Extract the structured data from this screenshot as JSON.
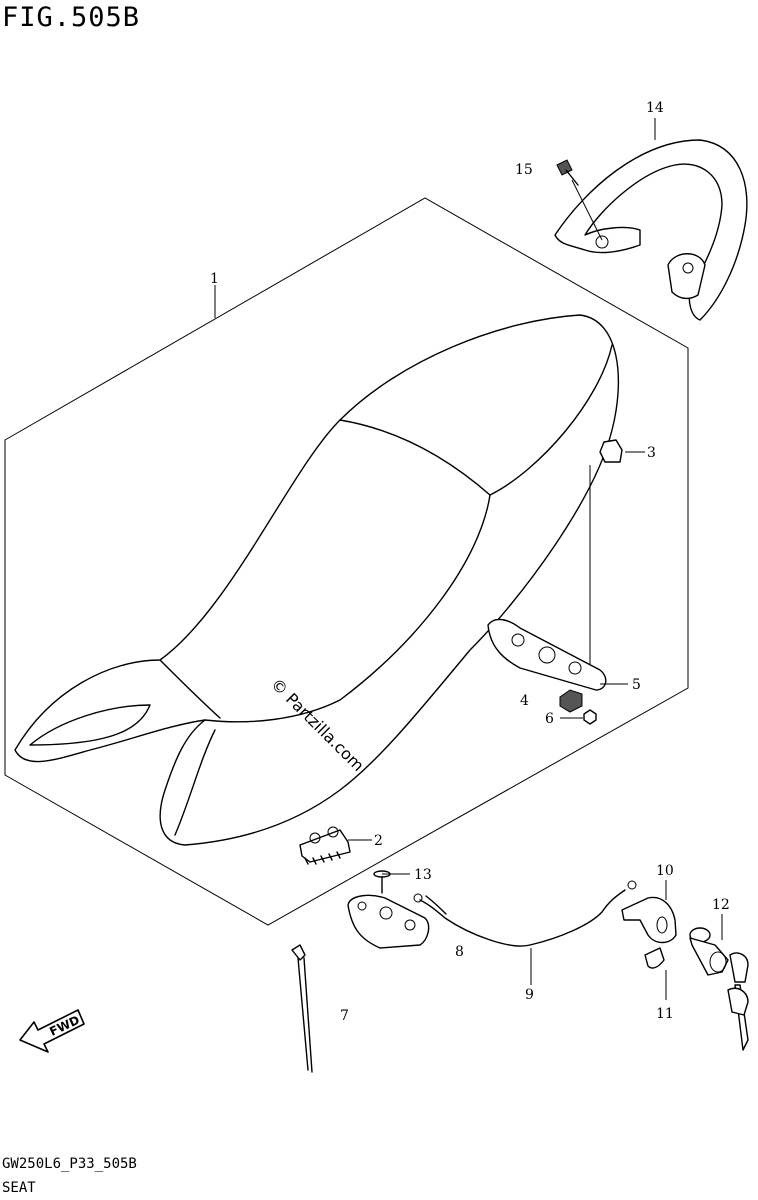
{
  "figure": {
    "title": "FIG.505B",
    "code": "GW250L6_P33_505B",
    "caption": "SEAT"
  },
  "watermark": "© Partzilla.com",
  "fwd_label": "FWD",
  "callouts": [
    {
      "id": "1",
      "label": "1"
    },
    {
      "id": "2",
      "label": "2"
    },
    {
      "id": "3",
      "label": "3"
    },
    {
      "id": "4",
      "label": "4"
    },
    {
      "id": "5",
      "label": "5"
    },
    {
      "id": "6",
      "label": "6"
    },
    {
      "id": "7",
      "label": "7"
    },
    {
      "id": "8",
      "label": "8"
    },
    {
      "id": "9",
      "label": "9"
    },
    {
      "id": "10",
      "label": "10"
    },
    {
      "id": "11",
      "label": "11"
    },
    {
      "id": "12",
      "label": "12"
    },
    {
      "id": "13",
      "label": "13"
    },
    {
      "id": "14",
      "label": "14"
    },
    {
      "id": "15",
      "label": "15"
    }
  ]
}
